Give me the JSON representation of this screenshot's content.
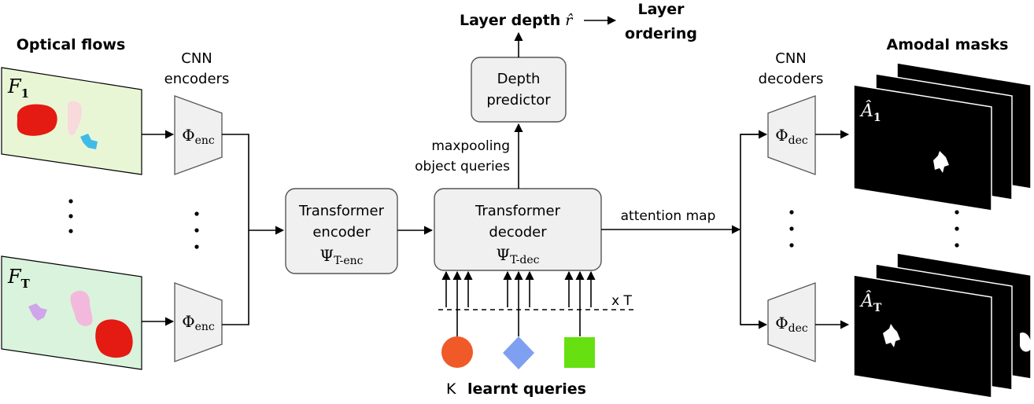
{
  "inputs": {
    "title": "Optical flows",
    "frame_first": {
      "var": "F",
      "sub": "1"
    },
    "frame_last": {
      "var": "F",
      "sub": "T"
    }
  },
  "encoders": {
    "label_line1": "CNN",
    "label_line2": "encoders",
    "symbol": "Φ",
    "sub": "enc"
  },
  "transformer_encoder": {
    "line1": "Transformer",
    "line2": "encoder",
    "symbol": "Ψ",
    "sub": "T-enc"
  },
  "transformer_decoder": {
    "line1": "Transformer",
    "line2": "decoder",
    "symbol": "Ψ",
    "sub": "T-dec"
  },
  "depth_predictor": {
    "line1": "Depth",
    "line2": "predictor"
  },
  "maxpool_label": {
    "line1": "maxpooling",
    "line2": "object queries"
  },
  "layer_depth": {
    "text": "Layer depth",
    "symbol": "r̂"
  },
  "layer_ordering": {
    "line1": "Layer",
    "line2": "ordering"
  },
  "attention_label": "attention map",
  "times_label": "x T",
  "queries_label": {
    "k": "K",
    "text": "learnt queries"
  },
  "decoders": {
    "label_line1": "CNN",
    "label_line2": "decoders",
    "symbol": "Φ",
    "sub": "dec"
  },
  "outputs": {
    "title": "Amodal masks",
    "mask_first": {
      "var": "Â",
      "sub": "1"
    },
    "mask_last": {
      "var": "Â",
      "sub": "T"
    }
  },
  "colors": {
    "query_circle": "#f05a28",
    "query_diamond": "#7fa0f0",
    "query_square": "#66e010",
    "flow_bg_top": "#e8f7d4",
    "flow_bg_bottom": "#d9f4dc",
    "box_fill": "#f0f0f0",
    "box_stroke": "#555555"
  }
}
